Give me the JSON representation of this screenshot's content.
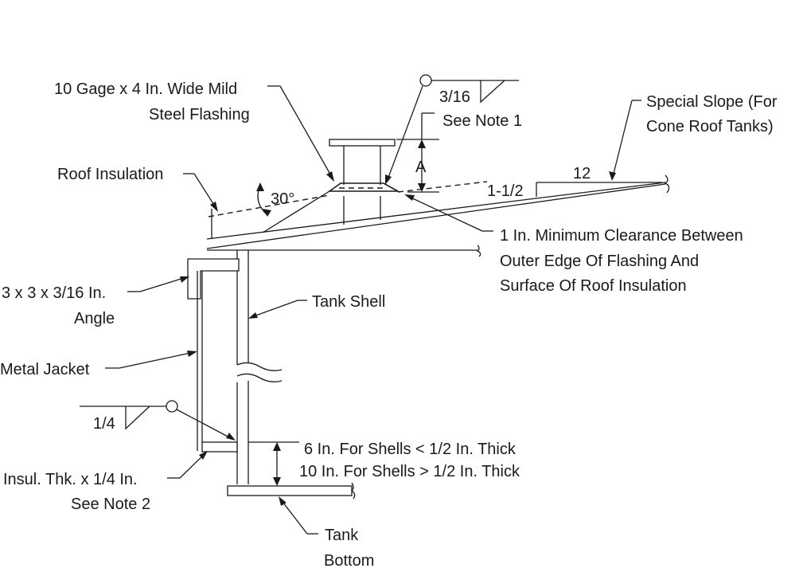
{
  "labels": {
    "flashing_line1": "10 Gage x 4 In. Wide Mild",
    "flashing_line2": "Steel Flashing",
    "weld_top": "3/16",
    "see_note_1": "See Note 1",
    "dim_a": "A",
    "special_slope_line1": "Special Slope (For",
    "special_slope_line2": "Cone Roof Tanks)",
    "slope_run": "12",
    "slope_rise": "1-1/2",
    "roof_insulation": "Roof Insulation",
    "angle_deg": "30°",
    "clearance_line1": "1 In. Minimum Clearance Between",
    "clearance_line2": "Outer Edge Of Flashing And",
    "clearance_line3": "Surface Of Roof Insulation",
    "angle_line1": "3 x 3 x 3/16 In.",
    "angle_line2": "Angle",
    "tank_shell": "Tank Shell",
    "metal_jacket": "Metal Jacket",
    "weld_bottom": "1/4",
    "shell_thin": "6 In. For Shells < 1/2 In. Thick",
    "shell_thick": "10 In. For Shells > 1/2 In. Thick",
    "insul_line1": "Insul. Thk.  x 1/4 In.",
    "insul_line2": "See Note 2",
    "tank_bottom_line1": "Tank",
    "tank_bottom_line2": "Bottom"
  }
}
